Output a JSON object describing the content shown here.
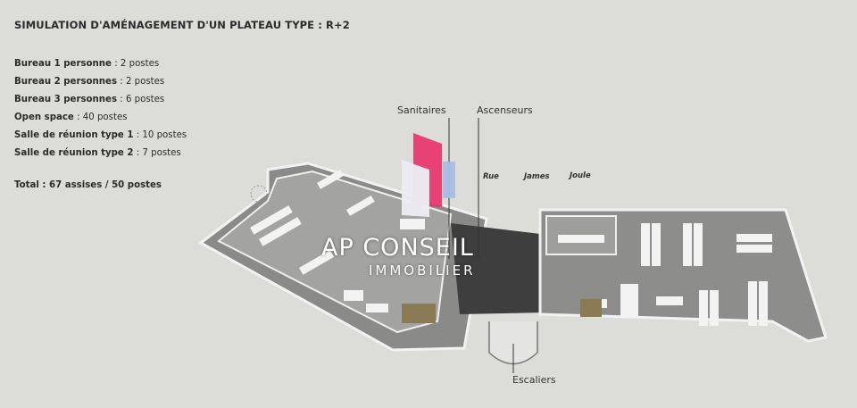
{
  "title": "SIMULATION D'AMÉNAGEMENT D'UN PLATEAU TYPE : R+2",
  "items": [
    {
      "label": "Bureau 1 personne",
      "value": " : 2 postes"
    },
    {
      "label": "Bureau 2 personnes",
      "value": " : 2 postes"
    },
    {
      "label": "Bureau 3 personnes",
      "value": " : 6 postes"
    },
    {
      "label": "Open space",
      "value": " : 40 postes"
    },
    {
      "label": "Salle de réunion type 1",
      "value": " : 10 postes"
    },
    {
      "label": "Salle de réunion type 2",
      "value": " : 7 postes"
    }
  ],
  "total": "Total : 67 assises / 50 postes",
  "labels": {
    "sanitaires": "Sanitaires",
    "ascenseurs": "Ascenseurs",
    "escaliers": "Escaliers"
  },
  "street": [
    "Rue",
    "James",
    "Joule"
  ],
  "watermark": {
    "name": "AP CONSEIL",
    "sub": "IMMOBILIER"
  },
  "colors": {
    "background": "#dcdcd8",
    "logo_pink": "#e8336e",
    "logo_blue": "#a9bde3"
  }
}
